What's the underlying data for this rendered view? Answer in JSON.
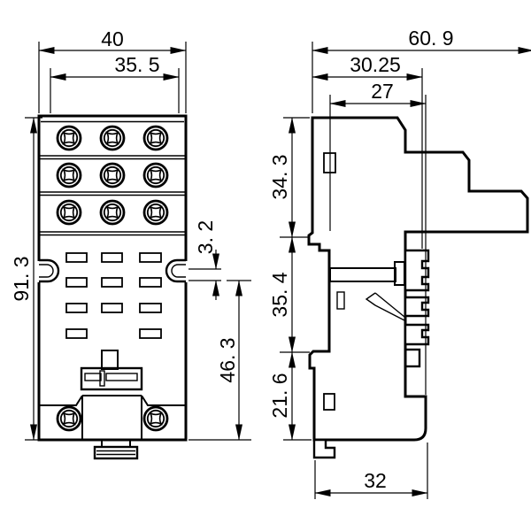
{
  "drawing": {
    "background": "#ffffff",
    "line_color": "#000000",
    "front_view": {
      "dim_overall_width": "40",
      "dim_terminal_row_width": "35. 5",
      "dim_overall_height": "91. 3",
      "dim_mount_notch_height": "3. 2",
      "dim_lower_section_height": "46. 3"
    },
    "side_view": {
      "dim_overall_depth": "60. 9",
      "dim_upper_depth": "30.25",
      "dim_body_depth": "27",
      "dim_upper_height": "34. 3",
      "dim_middle_height": "35. 4",
      "dim_lower_height": "21. 6",
      "dim_base_depth": "32"
    }
  }
}
